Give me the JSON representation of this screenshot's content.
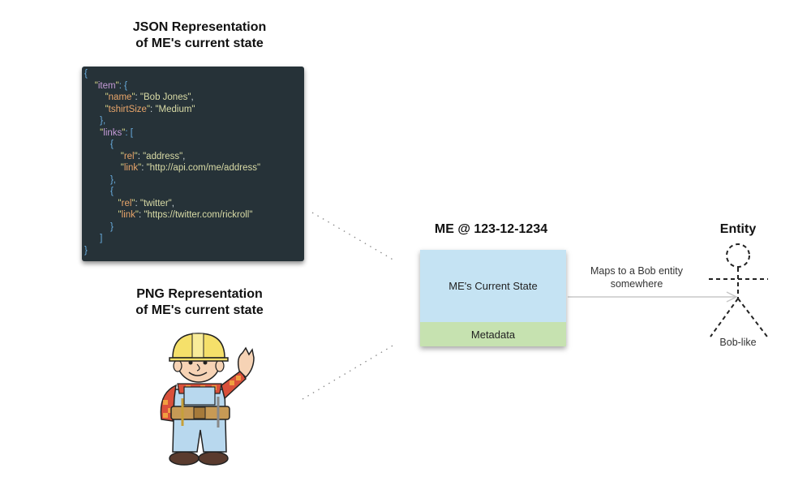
{
  "json_section": {
    "title_line1": "JSON Representation",
    "title_line2": "of ME's current state",
    "code_lines": [
      [
        {
          "t": "{",
          "c": "brace"
        }
      ],
      [
        {
          "t": "    "
        },
        {
          "t": "\"",
          "c": "q"
        },
        {
          "t": "item",
          "c": "key1"
        },
        {
          "t": "\"",
          "c": "q"
        },
        {
          "t": ": {",
          "c": "brace"
        }
      ],
      [
        {
          "t": "        "
        },
        {
          "t": "\"",
          "c": "q"
        },
        {
          "t": "name",
          "c": "key2"
        },
        {
          "t": "\"",
          "c": "q"
        },
        {
          "t": ": ",
          "c": "punct"
        },
        {
          "t": "\"Bob Jones\"",
          "c": "str"
        },
        {
          "t": ",",
          "c": "punct"
        }
      ],
      [
        {
          "t": "        "
        },
        {
          "t": "\"",
          "c": "q"
        },
        {
          "t": "tshirtSize",
          "c": "key2"
        },
        {
          "t": "\"",
          "c": "q"
        },
        {
          "t": ": ",
          "c": "punct"
        },
        {
          "t": "\"Medium\"",
          "c": "str"
        }
      ],
      [
        {
          "t": "      "
        },
        {
          "t": "},",
          "c": "brace"
        }
      ],
      [
        {
          "t": "      "
        },
        {
          "t": "\"",
          "c": "q"
        },
        {
          "t": "links",
          "c": "key1"
        },
        {
          "t": "\"",
          "c": "q"
        },
        {
          "t": ": [",
          "c": "brace"
        }
      ],
      [
        {
          "t": "          "
        },
        {
          "t": "{",
          "c": "brace"
        }
      ],
      [
        {
          "t": "              "
        },
        {
          "t": "\"",
          "c": "q"
        },
        {
          "t": "rel",
          "c": "key2"
        },
        {
          "t": "\"",
          "c": "q"
        },
        {
          "t": ": ",
          "c": "punct"
        },
        {
          "t": "\"address\"",
          "c": "str"
        },
        {
          "t": ",",
          "c": "punct"
        }
      ],
      [
        {
          "t": "              "
        },
        {
          "t": "\"",
          "c": "q"
        },
        {
          "t": "link",
          "c": "key2"
        },
        {
          "t": "\"",
          "c": "q"
        },
        {
          "t": ": ",
          "c": "punct"
        },
        {
          "t": "\"http://api.com/me/address\"",
          "c": "str"
        }
      ],
      [
        {
          "t": "          "
        },
        {
          "t": "},",
          "c": "brace"
        }
      ],
      [
        {
          "t": "          "
        },
        {
          "t": "{",
          "c": "brace"
        }
      ],
      [
        {
          "t": "             "
        },
        {
          "t": "\"",
          "c": "q"
        },
        {
          "t": "rel",
          "c": "key2"
        },
        {
          "t": "\"",
          "c": "q"
        },
        {
          "t": ": ",
          "c": "punct"
        },
        {
          "t": "\"twitter\"",
          "c": "str"
        },
        {
          "t": ",",
          "c": "punct"
        }
      ],
      [
        {
          "t": "             "
        },
        {
          "t": "\"",
          "c": "q"
        },
        {
          "t": "link",
          "c": "key2"
        },
        {
          "t": "\"",
          "c": "q"
        },
        {
          "t": ": ",
          "c": "punct"
        },
        {
          "t": "\"https://twitter.com/rickroll\"",
          "c": "str"
        }
      ],
      [
        {
          "t": "          "
        },
        {
          "t": "}",
          "c": "brace"
        }
      ],
      [
        {
          "t": "      "
        },
        {
          "t": "]",
          "c": "brace"
        }
      ],
      [
        {
          "t": "}",
          "c": "brace"
        }
      ]
    ]
  },
  "png_section": {
    "title_line1": "PNG Representation",
    "title_line2": "of ME's current state",
    "image_description": "Bob the Builder cartoon character waving"
  },
  "me_resource": {
    "title": "ME @ 123-12-1234",
    "state_label": "ME's Current State",
    "metadata_label": "Metadata",
    "state_color": "#c5e3f3",
    "metadata_color": "#c6e2b0"
  },
  "mapping": {
    "label_line1": "Maps to a Bob entity",
    "label_line2": "somewhere"
  },
  "entity": {
    "title": "Entity",
    "figure_label": "Bob-like"
  }
}
